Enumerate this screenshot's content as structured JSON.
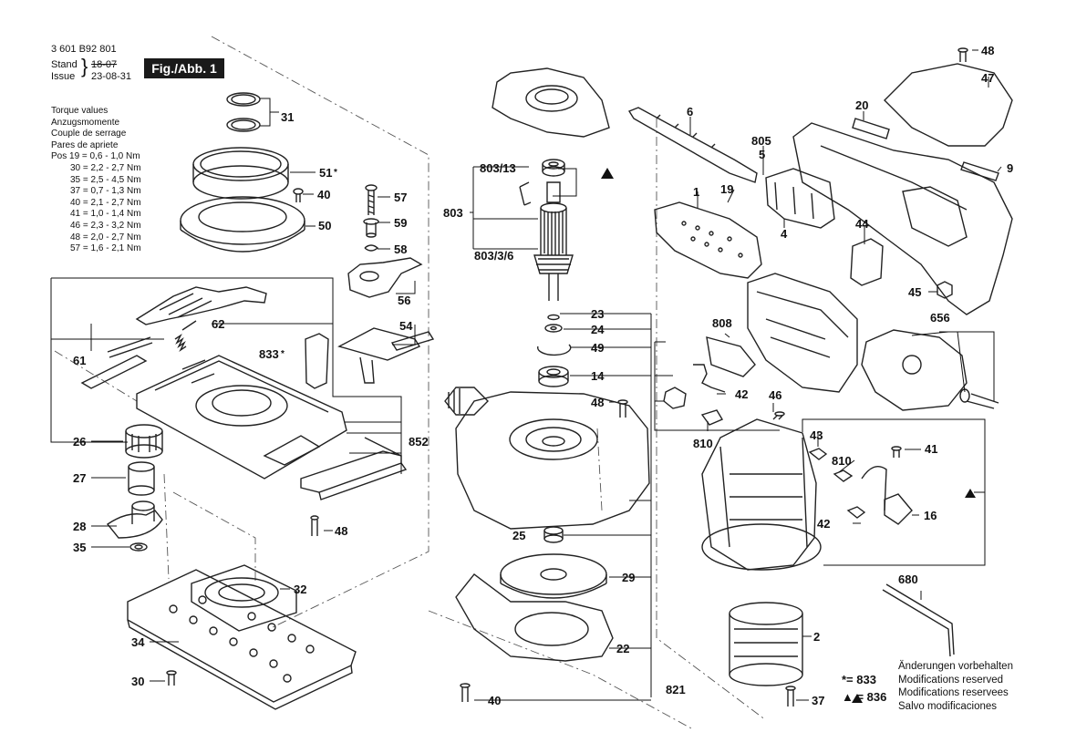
{
  "header": {
    "part_number": "3 601 B92 801",
    "stand_label": "Stand",
    "issue_label": "Issue",
    "old_date": "18-07",
    "new_date": "23-08-31",
    "fig_label": "Fig./Abb. 1"
  },
  "torque": {
    "titles": [
      "Torque values",
      "Anzugsmomente",
      "Couple de serrage",
      "Pares de apriete"
    ],
    "rows": [
      "Pos 19 = 0,6 - 1,0 Nm",
      "30 = 2,2 - 2,7 Nm",
      "35 = 2,5 - 4,5 Nm",
      "37 = 0,7 - 1,3 Nm",
      "40 = 2,1 - 2,7 Nm",
      "41 = 1,0 - 1,4 Nm",
      "46 = 2,3 - 3,2 Nm",
      "48 = 2,0 - 2,7 Nm",
      "57 = 1,6 - 2,1 Nm"
    ]
  },
  "callouts": {
    "c31": "31",
    "c51": "51",
    "c40a": "40",
    "c50": "50",
    "c57": "57",
    "c59": "59",
    "c58": "58",
    "c56": "56",
    "c62": "62",
    "c54": "54",
    "c833": "833",
    "c61": "61",
    "c26": "26",
    "c852": "852",
    "c27": "27",
    "c28": "28",
    "c35": "35",
    "c48a": "48",
    "c32": "32",
    "c34": "34",
    "c30": "30",
    "c803_13": "803/13",
    "c803": "803",
    "c803_3_6": "803/3/6",
    "c23": "23",
    "c24": "24",
    "c49": "49",
    "c14": "14",
    "c48b": "48",
    "c25": "25",
    "c29": "29",
    "c22": "22",
    "c821": "821",
    "c40b": "40",
    "c6": "6",
    "c805": "805",
    "c5": "5",
    "c1": "1",
    "c19": "19",
    "c4": "4",
    "c44": "44",
    "c20": "20",
    "c48c": "48",
    "c47": "47",
    "c9": "9",
    "c45": "45",
    "c656": "656",
    "c808": "808",
    "c42a": "42",
    "c46": "46",
    "c810a": "810",
    "c43": "43",
    "c41": "41",
    "c810b": "810",
    "c42b": "42",
    "c16": "16",
    "c680": "680",
    "c2": "2",
    "c37": "37"
  },
  "legend": {
    "star_label": "*= 833",
    "triangle_label": "▲ = 836"
  },
  "notes": [
    "Änderungen vorbehalten",
    "Modifications reserved",
    "Modifications reservees",
    "Salvo modificaciones"
  ]
}
